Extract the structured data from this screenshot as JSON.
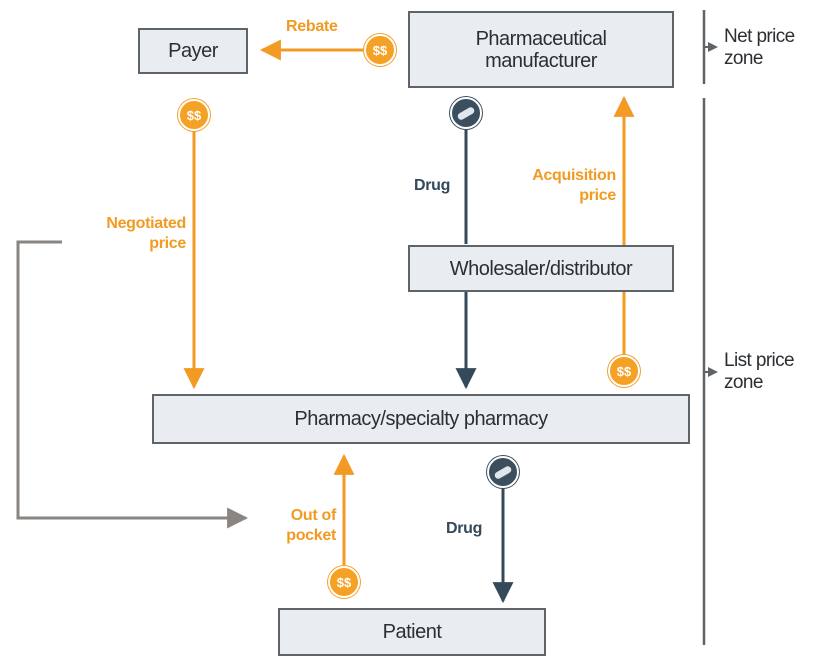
{
  "nodes": {
    "payer": "Payer",
    "manufacturer": "Pharmaceutical manufacturer",
    "wholesaler": "Wholesaler/distributor",
    "pharmacy": "Pharmacy/specialty pharmacy",
    "patient": "Patient"
  },
  "flows": {
    "rebate": "Rebate",
    "negotiated_price": "Negotiated price",
    "drug_upper": "Drug",
    "acquisition_price": "Acquisition price",
    "out_of_pocket": "Out of pocket",
    "drug_lower": "Drug"
  },
  "zones": {
    "net_price": "Net price zone",
    "list_price": "List price zone"
  },
  "icons": {
    "money": "$$",
    "drug": "pill-icon"
  },
  "colors": {
    "money_flow": "#f29a22",
    "drug_flow": "#34495a",
    "patient_cost_flow": "#8a8580",
    "box_fill": "#e9edf1",
    "box_border": "#5f6468"
  }
}
